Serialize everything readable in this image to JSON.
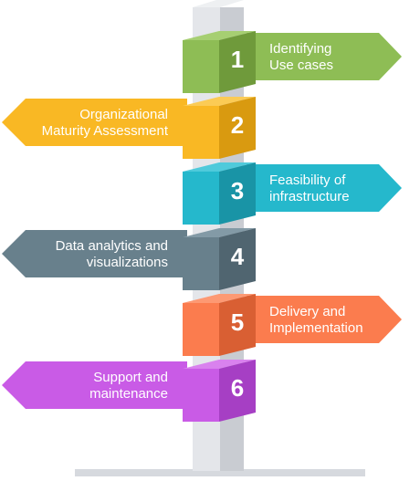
{
  "colors": {
    "pole_light": "#e4e6ea",
    "pole_dark": "#c9ccd2",
    "base": "#d6d9de"
  },
  "steps": [
    {
      "number": "1",
      "lines": [
        "Identifying",
        "Use cases"
      ],
      "direction": "right",
      "colors": {
        "sign": "#8ebd55",
        "cube_front": "#8ebd55",
        "cube_side": "#6f9a3b",
        "cube_top": "#a6cf72"
      }
    },
    {
      "number": "2",
      "lines": [
        "Organizational",
        "Maturity Assessment"
      ],
      "direction": "left",
      "colors": {
        "sign": "#f9b824",
        "cube_front": "#f9b824",
        "cube_side": "#d99a10",
        "cube_top": "#fbcb55"
      }
    },
    {
      "number": "3",
      "lines": [
        "Feasibility of",
        "infrastructure"
      ],
      "direction": "right",
      "colors": {
        "sign": "#25b8cc",
        "cube_front": "#25b8cc",
        "cube_side": "#1994a6",
        "cube_top": "#4fcadb"
      }
    },
    {
      "number": "4",
      "lines": [
        "Data analytics and",
        "visualizations"
      ],
      "direction": "left",
      "colors": {
        "sign": "#68808c",
        "cube_front": "#68808c",
        "cube_side": "#506570",
        "cube_top": "#839aa6"
      }
    },
    {
      "number": "5",
      "lines": [
        "Delivery and",
        "Implementation"
      ],
      "direction": "right",
      "colors": {
        "sign": "#fb7c4e",
        "cube_front": "#fb7c4e",
        "cube_side": "#d95f33",
        "cube_top": "#fd9973"
      }
    },
    {
      "number": "6",
      "lines": [
        "Support and",
        "maintenance"
      ],
      "direction": "left",
      "colors": {
        "sign": "#c95be6",
        "cube_front": "#c95be6",
        "cube_side": "#a63fc4",
        "cube_top": "#d982ee"
      }
    }
  ]
}
